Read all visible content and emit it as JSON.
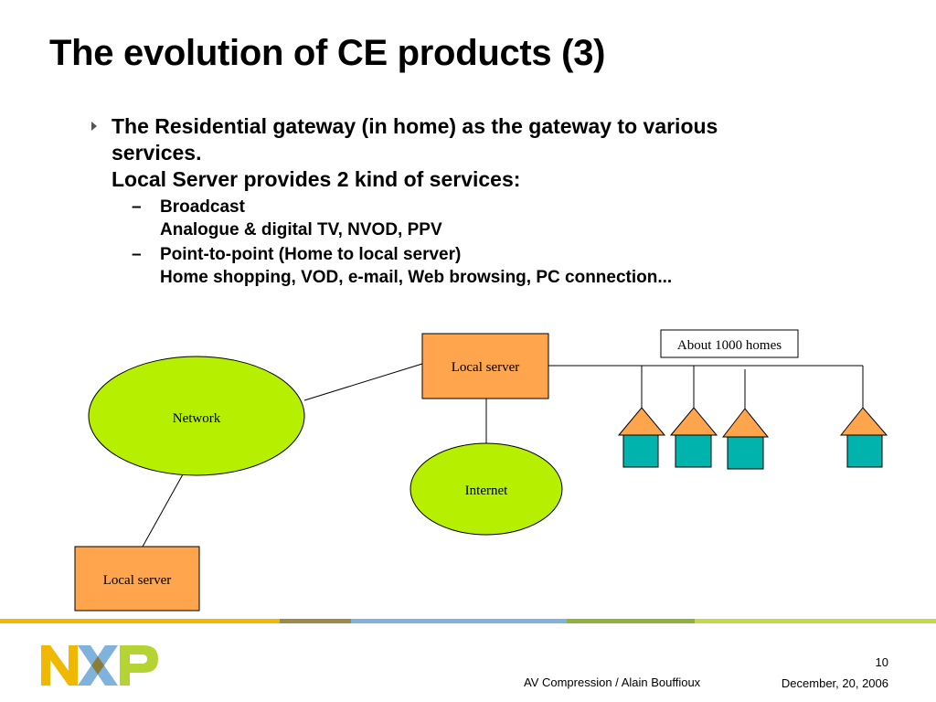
{
  "slide": {
    "title": "The evolution of CE products (3)",
    "bullet": {
      "line1": "The Residential gateway (in home) as the gateway to various",
      "line2": "services.",
      "line3": "Local Server provides 2 kind of services:"
    },
    "subbullets": [
      {
        "dash": "–",
        "line1": "Broadcast",
        "line2": "Analogue & digital TV, NVOD, PPV"
      },
      {
        "dash": "–",
        "line1": "Point-to-point (Home to local server)",
        "line2": "Home shopping, VOD, e-mail, Web browsing, PC connection..."
      }
    ]
  },
  "diagram": {
    "local_server_top": "Local server",
    "about_homes": "About 1000 homes",
    "network": "Network",
    "internet": "Internet",
    "local_server_bottom": "Local server",
    "colors": {
      "server_fill": "#ffa54d",
      "ellipse_fill": "#b6ef00",
      "roof_fill": "#ffa54d",
      "house_fill": "#00b3ad"
    }
  },
  "footer": {
    "logo_text": "NXP",
    "page_number": "10",
    "presentation": "AV Compression / Alain Bouffioux",
    "date": "December, 20, 2006",
    "bar_colors": [
      "#f0b800",
      "#9c8a4a",
      "#7fb2dc",
      "#8eb33a",
      "#c3d94a"
    ]
  }
}
